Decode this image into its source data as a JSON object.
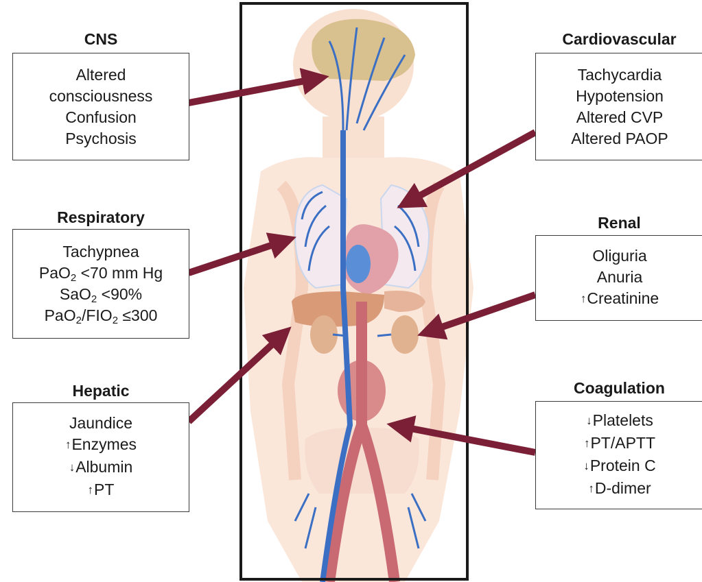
{
  "panels": {
    "cns": {
      "title": "CNS",
      "lines": [
        "Altered",
        "consciousness",
        "Confusion",
        "Psychosis"
      ]
    },
    "respiratory": {
      "title": "Respiratory",
      "tachypnea": "Tachypnea",
      "pao2_a": "Pa",
      "pao2_b": "O",
      "pao2_sub": "2",
      "pao2_rest": " <70 mm Hg",
      "sao2_a": "Sa",
      "sao2_b": "O",
      "sao2_sub": "2",
      "sao2_rest": " <90%",
      "ratio_a": "Pa",
      "ratio_b": "O",
      "ratio_sub": "2",
      "ratio_slash": "/F",
      "ratio_c": "I",
      "ratio_d": "O",
      "ratio_sub2": "2",
      "ratio_rest": " ≤300"
    },
    "hepatic": {
      "title": "Hepatic",
      "jaundice": "Jaundice",
      "enzymes": "Enzymes",
      "albumin": "Albumin",
      "pt": "PT"
    },
    "cardiovascular": {
      "title": "Cardiovascular",
      "lines": [
        "Tachycardia",
        "Hypotension",
        "Altered CVP",
        "Altered PAOP"
      ]
    },
    "renal": {
      "title": "Renal",
      "oliguria": "Oliguria",
      "anuria": "Anuria",
      "creatinine": "Creatinine"
    },
    "coagulation": {
      "title": "Coagulation",
      "platelets": "Platelets",
      "ptaptt": "PT/APTT",
      "proteinc": "Protein C",
      "ddimer": "D-dimer"
    }
  },
  "symbols": {
    "up": "↑",
    "down": "↓"
  },
  "colors": {
    "arrow": "#7a1f35",
    "vein": "#3a6fc4",
    "artery": "#c96a72",
    "skin": "#f7d6c4",
    "brain": "#d9c08f",
    "organ": "#d99a78",
    "frame": "#1a1a1a"
  }
}
